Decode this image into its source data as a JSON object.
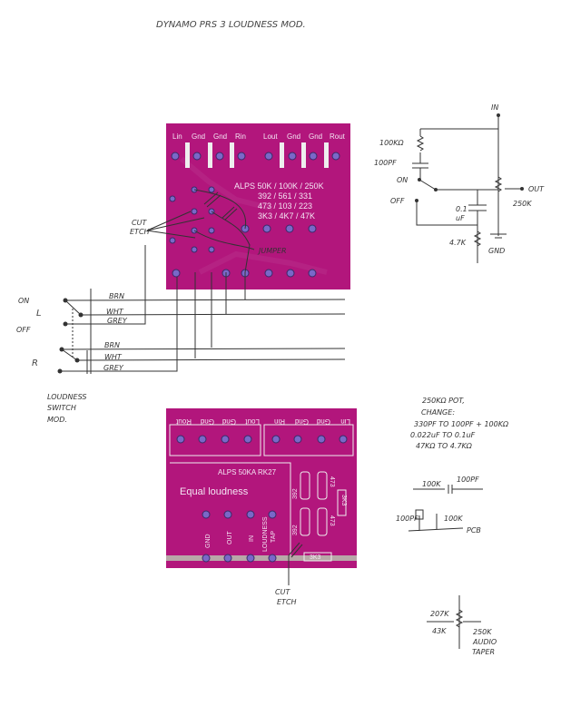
{
  "title": "DYNAMO PRS 3 LOUDNESS MOD.",
  "colors": {
    "pcb": "#b2167c",
    "silkscreen": "#f4e6f4",
    "pad": "#7a68c8",
    "ink": "#333333"
  },
  "board_top": {
    "pin_labels": [
      "Lin",
      "Gnd",
      "Gnd",
      "Rin",
      "Lout",
      "Gnd",
      "Gnd",
      "Rout"
    ],
    "value_lines": [
      "ALPS 50K / 100K / 250K",
      "392 / 561 / 331",
      "473 / 103 / 223",
      "3K3 / 4K7 / 47K"
    ],
    "jumper_note": "JUMPER",
    "cut_etch_note": [
      "CUT",
      "ETCH"
    ]
  },
  "switch": {
    "left_label": "L",
    "right_label": "R",
    "on_label": "ON",
    "off_label": "OFF",
    "left_wires": [
      "BRN",
      "WHT",
      "GREY"
    ],
    "right_wires": [
      "BRN",
      "WHT",
      "GREY"
    ],
    "caption": [
      "LOUDNESS",
      "SWITCH",
      "MOD."
    ]
  },
  "schematic": {
    "in_label": "IN",
    "r1": "100KΩ",
    "c1": "100PF",
    "on_label": "ON",
    "off_label": "OFF",
    "c2": [
      "0.1",
      "uF"
    ],
    "pot": "250K",
    "out_label": "OUT",
    "r2": "4.7K",
    "gnd_label": "GND"
  },
  "board_bottom": {
    "pin_labels": [
      "Rout",
      "Gnd",
      "Gnd",
      "Lout",
      "Rin",
      "Gnd",
      "Gnd",
      "Lin"
    ],
    "part": "ALPS 50KA RK27",
    "heading": "Equal loudness",
    "pad_labels": [
      "GND",
      "OUT",
      "IN",
      "LOUDNESS",
      "TAP"
    ],
    "components": [
      "392",
      "473",
      "392",
      "473",
      "3K3",
      "3K3"
    ],
    "cut_etch_note": [
      "CUT",
      "ETCH"
    ]
  },
  "notes": {
    "lines": [
      "250KΩ POT,",
      "CHANGE:",
      "330PF TO 100PF + 100KΩ",
      "0.022uF TO 0.1uF",
      "47KΩ TO 4.7KΩ"
    ],
    "sub1": {
      "r": "100K",
      "c": "100PF"
    },
    "sub2": {
      "c": "100PF",
      "r": "100K",
      "label": "PCB"
    },
    "pot2": {
      "top": "207K",
      "bottom": "43K",
      "value": [
        "250K",
        "AUDIO",
        "TAPER"
      ]
    }
  }
}
